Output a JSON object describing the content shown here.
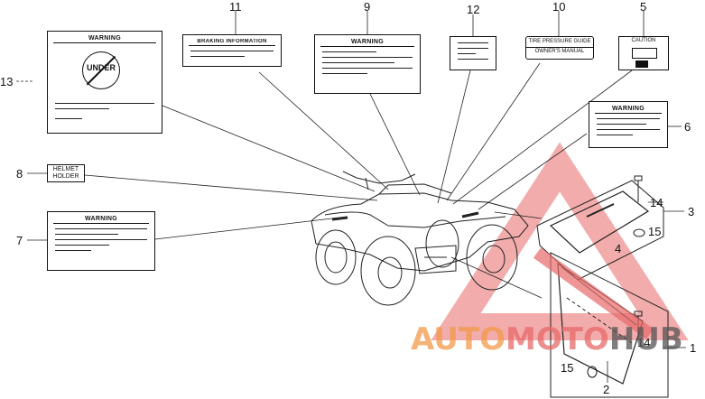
{
  "labels": {
    "l13": {
      "title": "WARNING",
      "circle_text": "UNDER"
    },
    "l11": {
      "title": "BRAKING INFORMATION"
    },
    "l9": {
      "title": "WARNING"
    },
    "l6": {
      "title": "WARNING"
    },
    "l7": {
      "title": "WARNING"
    },
    "l8": {
      "line1": "HELMET",
      "line2": "HOLDER"
    },
    "l10": {
      "line1": "TIRE PRESSURE GUIDE",
      "line2": "OWNER'S MANUAL"
    },
    "l5": {
      "title": "CAUTION"
    }
  },
  "callouts": {
    "c1": "1",
    "c2": "2",
    "c3": "3",
    "c4": "4",
    "c5": "5",
    "c6": "6",
    "c7": "7",
    "c8": "8",
    "c9": "9",
    "c10": "10",
    "c11": "11",
    "c12": "12",
    "c13": "13",
    "c14a": "14",
    "c14b": "14",
    "c15a": "15",
    "c15b": "15"
  },
  "watermark": {
    "part1": "AUTO",
    "part2": "MOTO",
    "part3": "HUB"
  },
  "colors": {
    "watermark_red": "#e86a6a",
    "watermark_orange": "#f39a4a",
    "watermark_gray": "#555555"
  }
}
